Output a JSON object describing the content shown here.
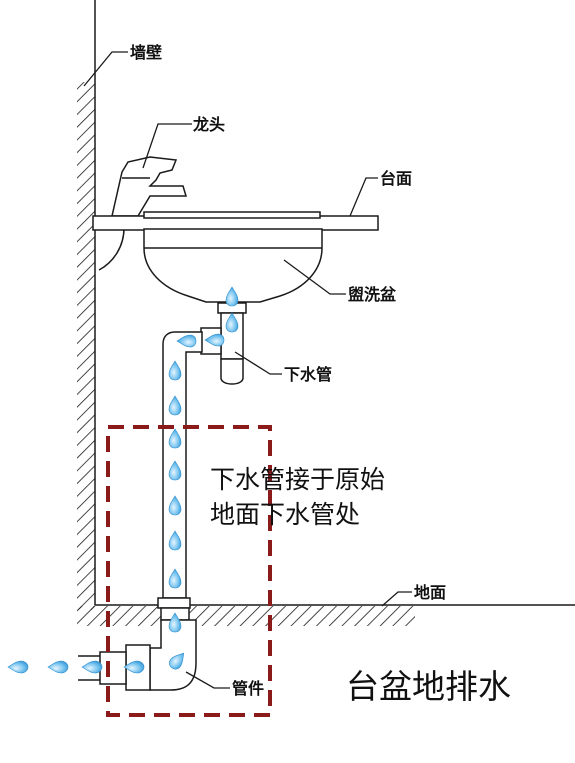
{
  "labels": {
    "wall": "墙壁",
    "faucet": "龙头",
    "countertop": "台面",
    "basin": "盥洗盆",
    "drain_pipe": "下水管",
    "floor": "地面",
    "fitting": "管件",
    "note_line1": "下水管接于原始",
    "note_line2": "地面下水管处",
    "title": "台盆地排水"
  },
  "colors": {
    "line": "#1a1a1a",
    "water": "#4aa8e0",
    "highlight_box": "#8b1a1a"
  }
}
